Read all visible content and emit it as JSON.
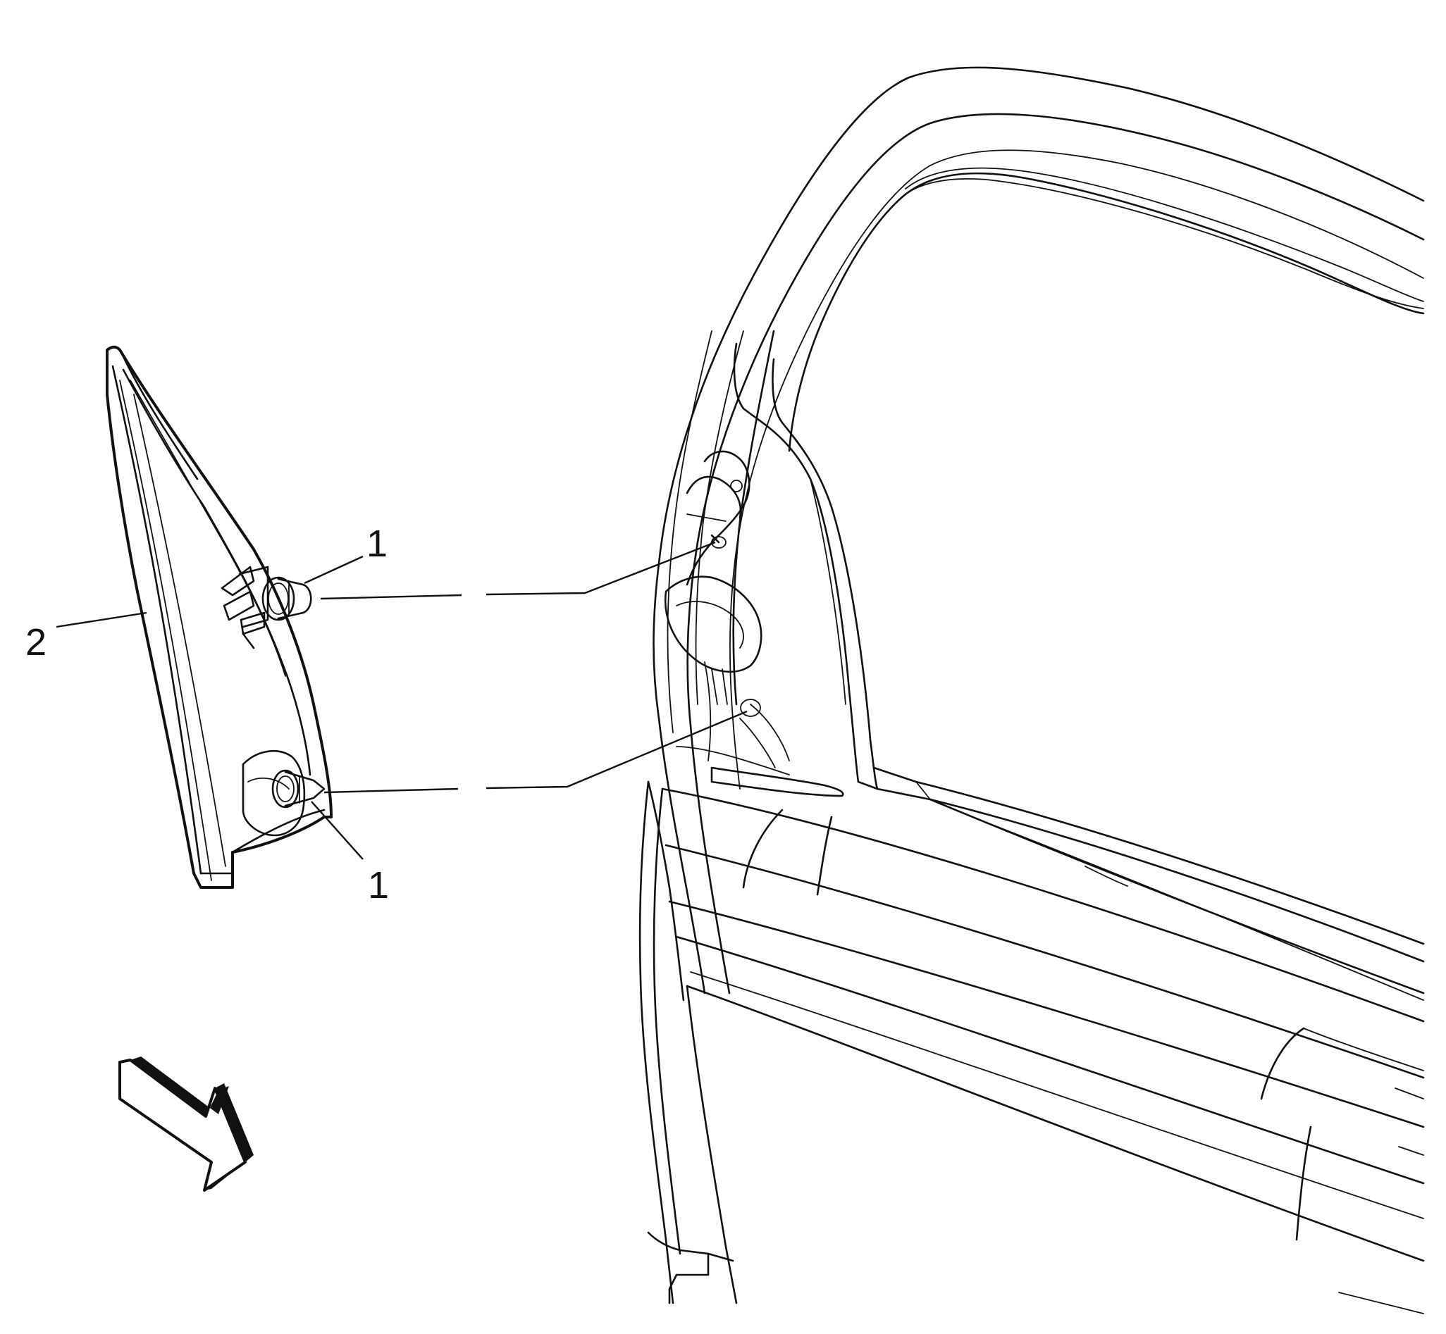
{
  "callouts": {
    "fastener_upper": "1",
    "fastener_lower": "1",
    "applique": "2"
  },
  "colors": {
    "line": "#111111",
    "background": "#ffffff"
  },
  "icons": {
    "direction_arrow": "front-of-vehicle-arrow-icon"
  }
}
